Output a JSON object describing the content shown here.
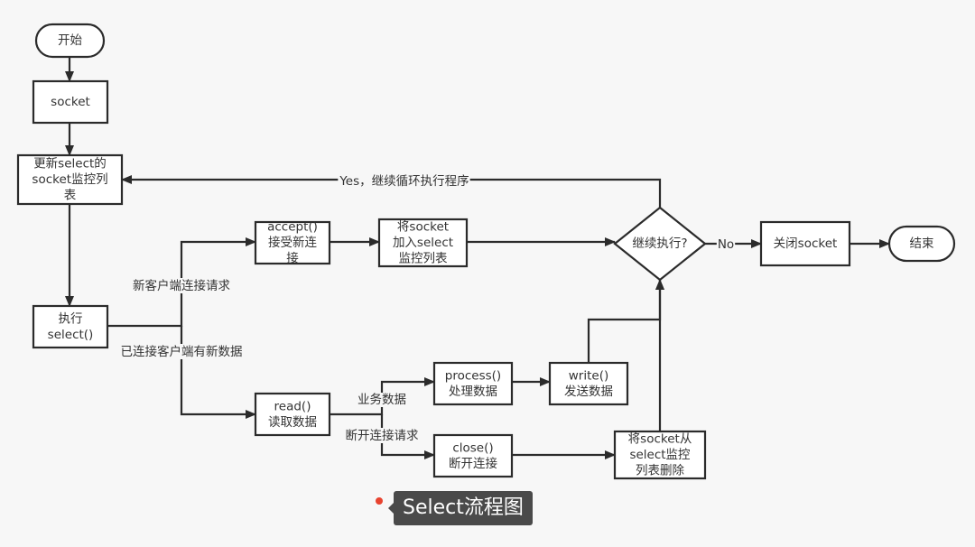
{
  "diagram": {
    "type": "flowchart",
    "colors": {
      "stroke": "#2b2b2b",
      "node_fill": "#ffffff",
      "text": "#333333",
      "background": "#f7f7f7"
    },
    "nodes": [
      {
        "id": "start",
        "shape": "terminal",
        "lines": [
          "开始"
        ]
      },
      {
        "id": "socket",
        "shape": "process",
        "lines": [
          "socket"
        ]
      },
      {
        "id": "update",
        "shape": "process",
        "lines": [
          "更新select的",
          "socket监控列",
          "表"
        ]
      },
      {
        "id": "select",
        "shape": "process",
        "lines": [
          "执行",
          "select()"
        ]
      },
      {
        "id": "accept",
        "shape": "process",
        "lines": [
          "accept()",
          "接受新连",
          "接"
        ]
      },
      {
        "id": "add",
        "shape": "process",
        "lines": [
          "将socket",
          "加入select",
          "监控列表"
        ]
      },
      {
        "id": "decision",
        "shape": "decision",
        "lines": [
          "继续执行?"
        ]
      },
      {
        "id": "close_socket",
        "shape": "process",
        "lines": [
          "关闭socket"
        ]
      },
      {
        "id": "end",
        "shape": "terminal",
        "lines": [
          "结束"
        ]
      },
      {
        "id": "read",
        "shape": "process",
        "lines": [
          "read()",
          "读取数据"
        ]
      },
      {
        "id": "process",
        "shape": "process",
        "lines": [
          "process()",
          "处理数据"
        ]
      },
      {
        "id": "write",
        "shape": "process",
        "lines": [
          "write()",
          "发送数据"
        ]
      },
      {
        "id": "close",
        "shape": "process",
        "lines": [
          "close()",
          "断开连接"
        ]
      },
      {
        "id": "remove",
        "shape": "process",
        "lines": [
          "将socket从",
          "select监控",
          "列表删除"
        ]
      }
    ],
    "edges": [
      {
        "from": "start",
        "to": "socket",
        "label": ""
      },
      {
        "from": "socket",
        "to": "update",
        "label": ""
      },
      {
        "from": "update",
        "to": "select",
        "label": ""
      },
      {
        "from": "select",
        "to": "accept",
        "label": "新客户端连接请求"
      },
      {
        "from": "select",
        "to": "read",
        "label": "已连接客户端有新数据"
      },
      {
        "from": "accept",
        "to": "add",
        "label": ""
      },
      {
        "from": "add",
        "to": "decision",
        "label": ""
      },
      {
        "from": "decision",
        "to": "update",
        "label": "Yes，继续循环执行程序"
      },
      {
        "from": "decision",
        "to": "close_socket",
        "label": "No"
      },
      {
        "from": "close_socket",
        "to": "end",
        "label": ""
      },
      {
        "from": "read",
        "to": "process",
        "label": "业务数据"
      },
      {
        "from": "read",
        "to": "close",
        "label": "断开连接请求"
      },
      {
        "from": "process",
        "to": "write",
        "label": ""
      },
      {
        "from": "write",
        "to": "decision",
        "label": ""
      },
      {
        "from": "close",
        "to": "remove",
        "label": ""
      },
      {
        "from": "remove",
        "to": "decision",
        "label": ""
      }
    ]
  },
  "caption": {
    "text": "Select流程图"
  }
}
